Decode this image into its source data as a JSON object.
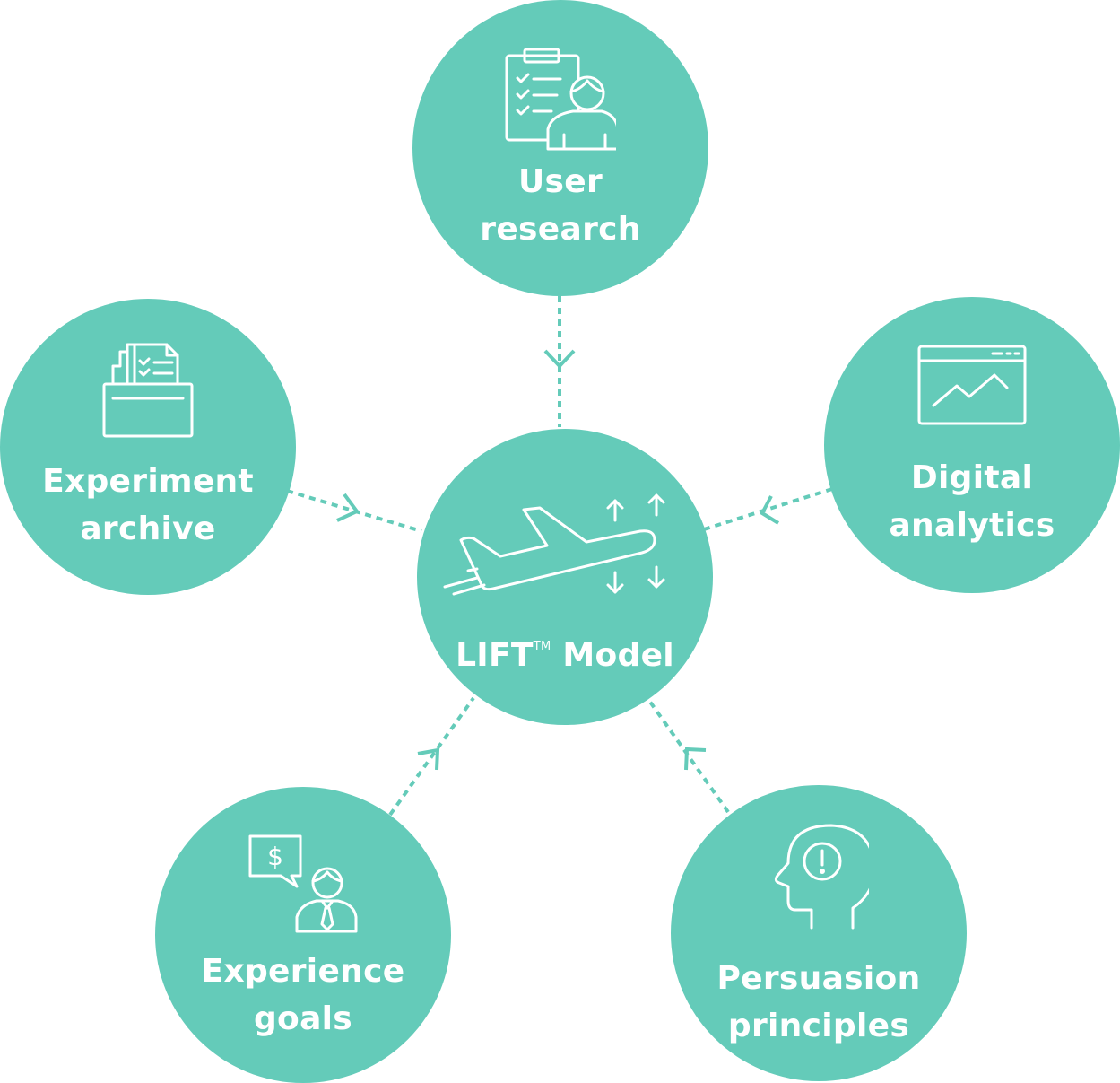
{
  "diagram": {
    "colors": {
      "circle": "#64cbb9",
      "link": "#64cbb9",
      "text": "#ffffff",
      "background": "#ffffff"
    },
    "center": {
      "name": "LIFT",
      "trademark": "TM",
      "suffix": " Model",
      "icon": "airplane-takeoff-icon"
    },
    "nodes": [
      {
        "id": "user-research",
        "line1": "User",
        "line2": "research",
        "icon": "clipboard-person-icon"
      },
      {
        "id": "digital-analytics",
        "line1": "Digital",
        "line2": "analytics",
        "icon": "browser-chart-icon"
      },
      {
        "id": "persuasion-principles",
        "line1": "Persuasion",
        "line2": "principles",
        "icon": "head-exclamation-icon"
      },
      {
        "id": "experience-goals",
        "line1": "Experience",
        "line2": "goals",
        "icon": "speech-dollar-person-icon"
      },
      {
        "id": "experiment-archive",
        "line1": "Experiment",
        "line2": "archive",
        "icon": "folder-documents-icon"
      }
    ]
  }
}
